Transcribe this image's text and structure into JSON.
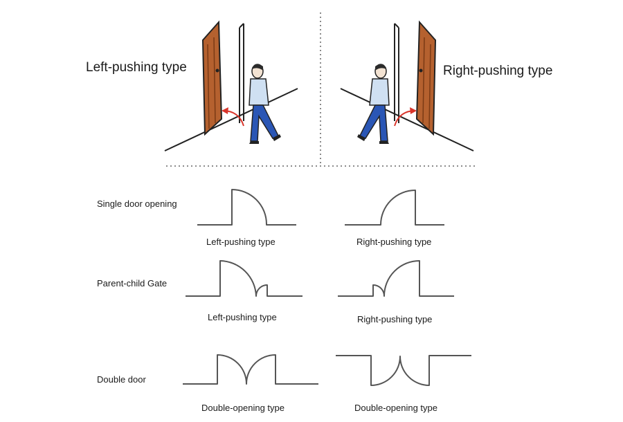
{
  "illustration": {
    "left_title": "Left-pushing type",
    "right_title": "Right-pushing type"
  },
  "rows": [
    {
      "label": "Single door opening",
      "left_caption": "Left-pushing type",
      "right_caption": "Right-pushing type"
    },
    {
      "label": "Parent-child Gate",
      "left_caption": "Left-pushing type",
      "right_caption": "Right-pushing type"
    },
    {
      "label": "Double door",
      "left_caption": "Double-opening type",
      "right_caption": "Double-opening type"
    }
  ],
  "colors": {
    "door_wood": "#b5612f",
    "door_frame": "#222222",
    "arrow": "#d9352b",
    "shirt": "#cfe0f2",
    "trousers": "#2a56b5",
    "hair": "#2b2b2b",
    "plan_line": "#555555",
    "divider": "#8a8a8a"
  }
}
